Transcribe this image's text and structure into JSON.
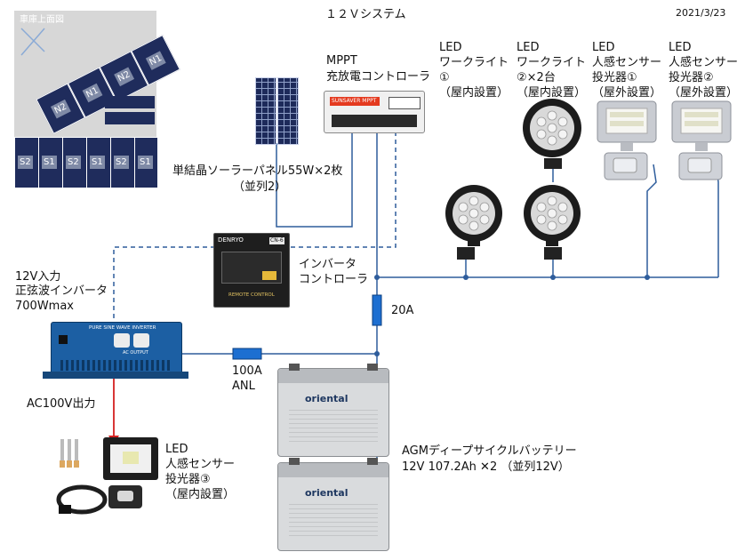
{
  "title": "１２Ｖシステム",
  "date": "2021/3/23",
  "roof": {
    "label": "車庫上面図",
    "top_panels": [
      "N2",
      "N1",
      "N2",
      "N1"
    ],
    "bottom_panels": [
      "S2",
      "S1",
      "S2",
      "S1",
      "S2",
      "S1"
    ]
  },
  "solar": {
    "line1": "単結晶ソーラーパネル55W×2枚",
    "line2": "（並列2）"
  },
  "mppt": {
    "line1": "MPPT",
    "line2": "充放電コントローラ",
    "brand": "SUNSAVER MPPT"
  },
  "lights": {
    "work1": [
      "LED",
      "ワークライト",
      "①",
      "（屋内設置）"
    ],
    "work2": [
      "LED",
      "ワークライト",
      "②×2台",
      "（屋内設置）"
    ],
    "sensor1": [
      "LED",
      "人感センサー",
      "投光器①",
      "（屋外設置）"
    ],
    "sensor2": [
      "LED",
      "人感センサー",
      "投光器②",
      "（屋外設置）"
    ],
    "sensor3": [
      "LED",
      "人感センサー",
      "投光器③",
      "（屋内設置）"
    ]
  },
  "inverter_remote": {
    "brand": "DENRYO",
    "model": "CN-6",
    "panel_text": "REMOTE CONTROL",
    "label1": "インバータ",
    "label2": "コントローラ"
  },
  "inverter": {
    "line1": "12V入力",
    "line2": "正弦波インバータ",
    "line3": "700Wmax",
    "panel_text": "PURE SINE WAVE INVERTER",
    "ac_output_label": "AC OUTPUT",
    "output_label": "AC100V出力"
  },
  "fuse20": "20A",
  "fuse100": {
    "line1": "100A",
    "line2": "ANL"
  },
  "battery": {
    "brand": "oriental",
    "line1": "AGMディープサイクルバッテリー",
    "line2": "12V  107.2Ah ✕2 （並列12V）"
  },
  "colors": {
    "wire": "#2e5d9c",
    "ac_wire": "#d42020",
    "fuse": "#1d6fd1",
    "inverter_body": "#1c5fa3"
  }
}
